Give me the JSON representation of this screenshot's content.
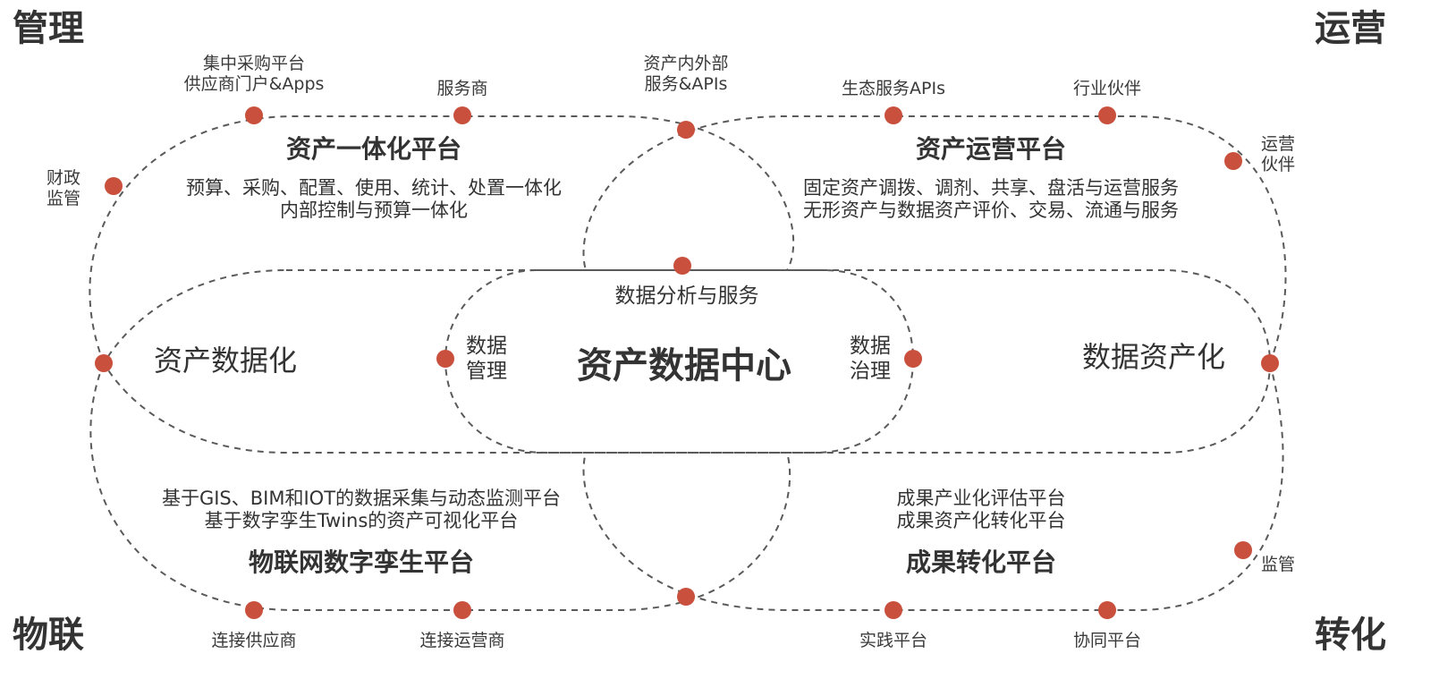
{
  "corners": {
    "top_left": "管理",
    "top_right": "运营",
    "bottom_left": "物联",
    "bottom_right": "转化"
  },
  "top_nodes": {
    "centralized_purchasing": [
      "集中采购平台",
      "供应商门户&Apps"
    ],
    "service_provider": "服务商",
    "asset_services": [
      "资产内外部",
      "服务&APIs"
    ],
    "eco_services": "生态服务APIs",
    "industry_partner": "行业伙伴"
  },
  "side_nodes": {
    "finance_supervision": [
      "财政",
      "监管"
    ],
    "operation_partner": [
      "运营",
      "伙伴"
    ],
    "supervision": "监管"
  },
  "bottom_nodes": {
    "connect_supplier": "连接供应商",
    "connect_operator": "连接运营商",
    "practice_platform": "实践平台",
    "collab_platform": "协同平台"
  },
  "platforms": {
    "integration": {
      "title": "资产一体化平台",
      "lines": [
        "预算、采购、配置、使用、统计、处置一体化",
        "内部控制与预算一体化"
      ]
    },
    "operation": {
      "title": "资产运营平台",
      "lines": [
        "固定资产调拨、调剂、共享、盘活与运营服务",
        "无形资产与数据资产评价、交易、流通与服务"
      ]
    },
    "iot": {
      "title": "物联网数字孪生平台",
      "lines": [
        "基于GIS、BIM和IOT的数据采集与动态监测平台",
        "基于数字孪生Twins的资产可视化平台"
      ]
    },
    "conversion": {
      "title": "成果转化平台",
      "lines": [
        "成果产业化评估平台",
        "成果资产化转化平台"
      ]
    }
  },
  "center": {
    "title": "资产数据中心",
    "analysis": "数据分析与服务",
    "management": [
      "数据",
      "管理"
    ],
    "governance": [
      "数据",
      "治理"
    ]
  },
  "sides": {
    "left": "资产数据化",
    "right": "数据资产化"
  },
  "colors": {
    "node": "#c9503c",
    "line": "#5a5a5a",
    "text": "#333333"
  }
}
